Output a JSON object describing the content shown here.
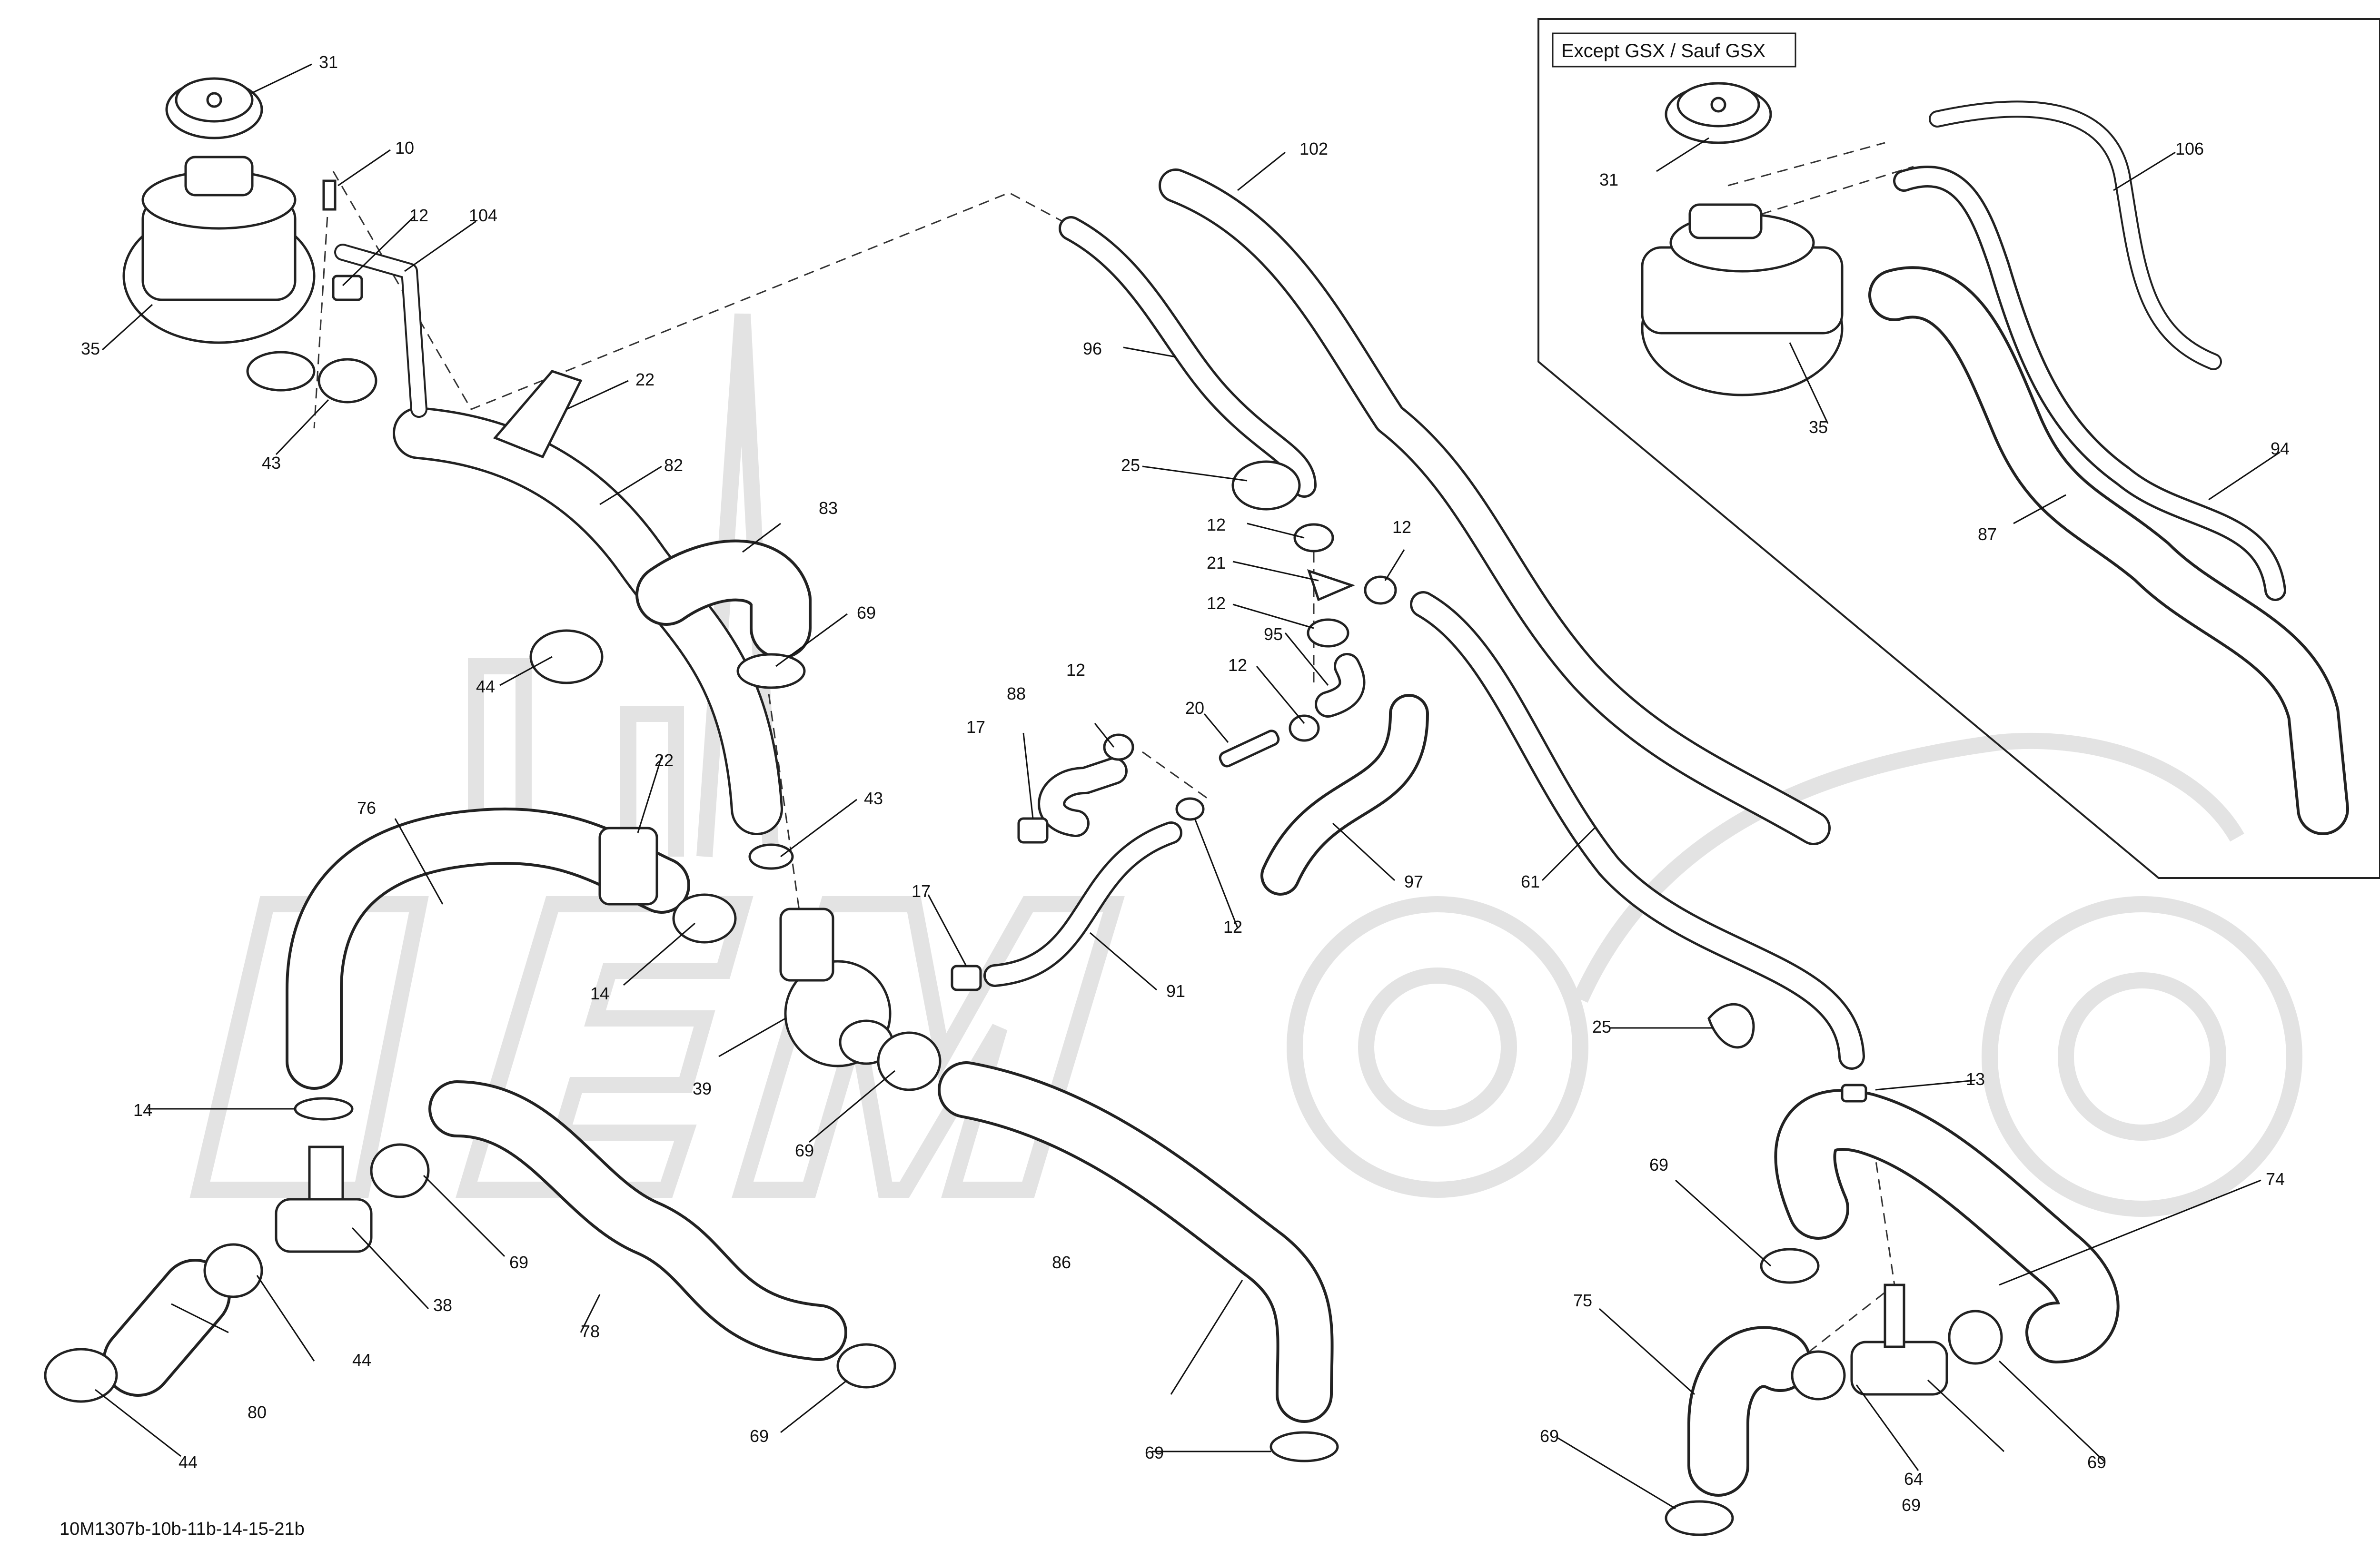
{
  "diagram": {
    "inset_label": "Except GSX / Sauf GSX",
    "document_code": "10M1307b-10b-11b-14-15-21b",
    "callouts": {
      "c31": "31",
      "c10": "10",
      "c12a": "12",
      "c104": "104",
      "c35": "35",
      "c22a": "22",
      "c43a": "43",
      "c82": "82",
      "c83": "83",
      "c69a": "69",
      "c44a": "44",
      "c22b": "22",
      "c76": "76",
      "c43b": "43",
      "c14a": "14",
      "c39": "39",
      "c69b": "69",
      "c14b": "14",
      "c69c": "69",
      "c38": "38",
      "c44b": "44",
      "c78": "78",
      "c80": "80",
      "c44c": "44",
      "c69d": "69",
      "c102": "102",
      "c96": "96",
      "c25a": "25",
      "c12b": "12",
      "c21": "21",
      "c12c": "12",
      "c12d": "12",
      "c95": "95",
      "c12e": "12",
      "c88": "88",
      "c12f": "12",
      "c17a": "17",
      "c20": "20",
      "c97": "97",
      "c12g": "12",
      "c17b": "17",
      "c91": "91",
      "c86": "86",
      "c69e": "69",
      "c61": "61",
      "c31i": "31",
      "c106": "106",
      "c35i": "35",
      "c94": "94",
      "c87": "87",
      "c25b": "25",
      "c13": "13",
      "c74": "74",
      "c69f": "69",
      "c75": "75",
      "c69g": "69",
      "c64": "64",
      "c69h": "69",
      "c69i": "69"
    }
  }
}
